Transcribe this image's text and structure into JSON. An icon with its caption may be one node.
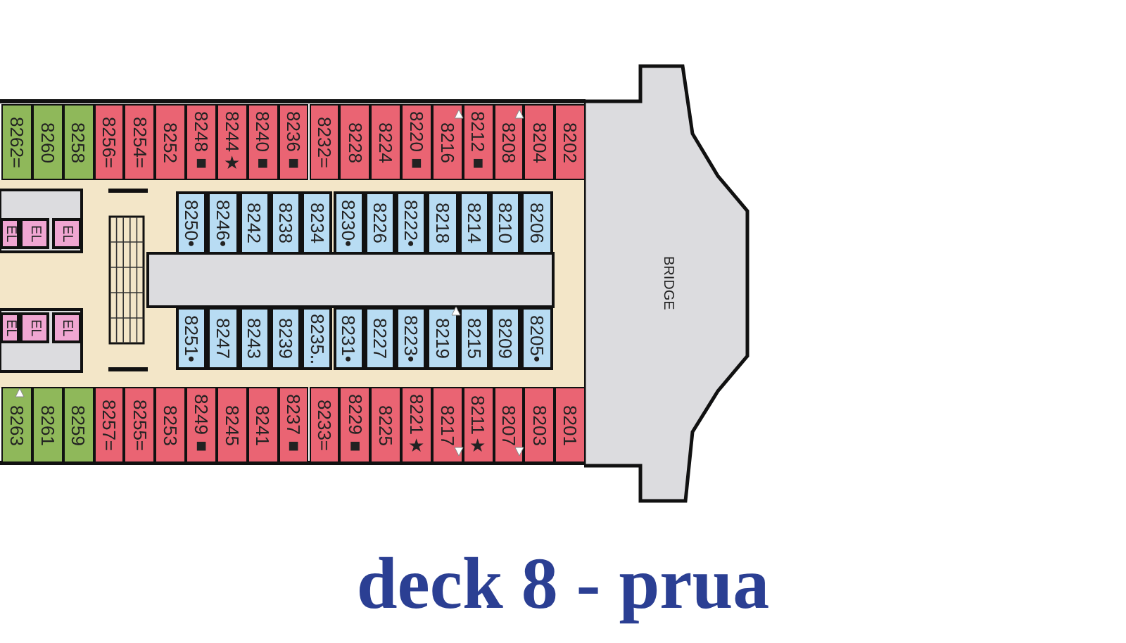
{
  "diagram": {
    "title": "deck 8 - prua",
    "nodes": [
      {
        "text": [
          "8262="
        ]
      },
      {
        "text": [
          "8260"
        ]
      },
      {
        "text": [
          "8258"
        ]
      },
      {
        "text": [
          "8256="
        ]
      },
      {
        "text": [
          "8254="
        ]
      },
      {
        "text": [
          "8252"
        ]
      },
      {
        "text": [
          "8248■"
        ]
      },
      {
        "text": [
          "8244★"
        ]
      },
      {
        "text": [
          "8240■"
        ]
      },
      {
        "text": [
          "8236■"
        ]
      },
      {
        "text": [
          "8232="
        ]
      },
      {
        "text": [
          "8228"
        ]
      },
      {
        "text": [
          "8224"
        ]
      },
      {
        "text": [
          "8220■"
        ]
      },
      {
        "text": [
          "8216"
        ]
      },
      {
        "text": [
          "8212■"
        ]
      },
      {
        "text": [
          "8208"
        ]
      },
      {
        "text": [
          "8204"
        ]
      },
      {
        "text": [
          "8202"
        ]
      },
      {
        "text": [
          "EL"
        ]
      },
      {
        "text": [
          "EL"
        ]
      },
      {
        "text": [
          "EL"
        ]
      },
      {
        "text": [
          "8250•"
        ]
      },
      {
        "text": [
          "8246•"
        ]
      },
      {
        "text": [
          "8242"
        ]
      },
      {
        "text": [
          "8238"
        ]
      },
      {
        "text": [
          "8234"
        ]
      },
      {
        "text": [
          "8230•"
        ]
      },
      {
        "text": [
          "8226"
        ]
      },
      {
        "text": [
          "8222•"
        ]
      },
      {
        "text": [
          "8218"
        ]
      },
      {
        "text": [
          "8214"
        ]
      },
      {
        "text": [
          "8210"
        ]
      },
      {
        "text": [
          "8206"
        ]
      },
      {
        "text": [
          "BRIDGE"
        ]
      },
      {
        "text": [
          "EL"
        ]
      },
      {
        "text": [
          "EL"
        ]
      },
      {
        "text": [
          "EL"
        ]
      },
      {
        "text": [
          "8251•"
        ]
      },
      {
        "text": [
          "8247"
        ]
      },
      {
        "text": [
          "8243"
        ]
      },
      {
        "text": [
          "8239"
        ]
      },
      {
        "text": [
          "8235‥"
        ]
      },
      {
        "text": [
          "8231•"
        ]
      },
      {
        "text": [
          "8227"
        ]
      },
      {
        "text": [
          "8223•"
        ]
      },
      {
        "text": [
          "8219"
        ]
      },
      {
        "text": [
          "8215"
        ]
      },
      {
        "text": [
          "8209"
        ]
      },
      {
        "text": [
          "8205•"
        ]
      },
      {
        "text": [
          "8263"
        ]
      },
      {
        "text": [
          "8261"
        ]
      },
      {
        "text": [
          "8259"
        ]
      },
      {
        "text": [
          "8257="
        ]
      },
      {
        "text": [
          "8255="
        ]
      },
      {
        "text": [
          "8253"
        ]
      },
      {
        "text": [
          "8249■"
        ]
      },
      {
        "text": [
          "8245"
        ]
      },
      {
        "text": [
          "8241"
        ]
      },
      {
        "text": [
          "8237■"
        ]
      },
      {
        "text": [
          "8233="
        ]
      },
      {
        "text": [
          "8229■"
        ]
      },
      {
        "text": [
          "8225"
        ]
      },
      {
        "text": [
          "8221★"
        ]
      },
      {
        "text": [
          "8217"
        ]
      },
      {
        "text": [
          "8211★"
        ]
      },
      {
        "text": [
          "8207"
        ]
      },
      {
        "text": [
          "8203"
        ]
      },
      {
        "text": [
          "8201"
        ]
      }
    ]
  }
}
